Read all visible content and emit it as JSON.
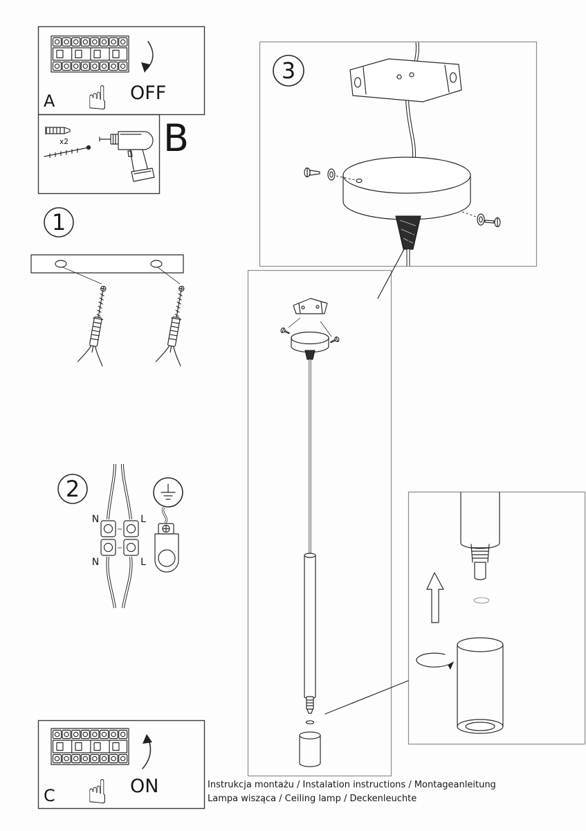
{
  "colors": {
    "ink": "#2a2a2a",
    "paper": "#fdfdfd",
    "cone_fill": "#2d2d2d"
  },
  "panel_a": {
    "label": "A",
    "action": "OFF",
    "hand_icon": "☝"
  },
  "panel_b": {
    "label": "B",
    "quantity": "x2"
  },
  "step_1": {
    "number": "1"
  },
  "step_2": {
    "number": "2",
    "labels_top": [
      "N",
      "L"
    ],
    "labels_bottom": [
      "N",
      "L"
    ]
  },
  "step_3": {
    "number": "3"
  },
  "panel_c": {
    "label": "C",
    "action": "ON",
    "hand_icon": "☝"
  },
  "footer": {
    "line1": "Instrukcja montażu / Instalation instructions / Montageanleitung",
    "line2": "Lampa wisząca / Ceiling lamp / Deckenleuchte"
  }
}
